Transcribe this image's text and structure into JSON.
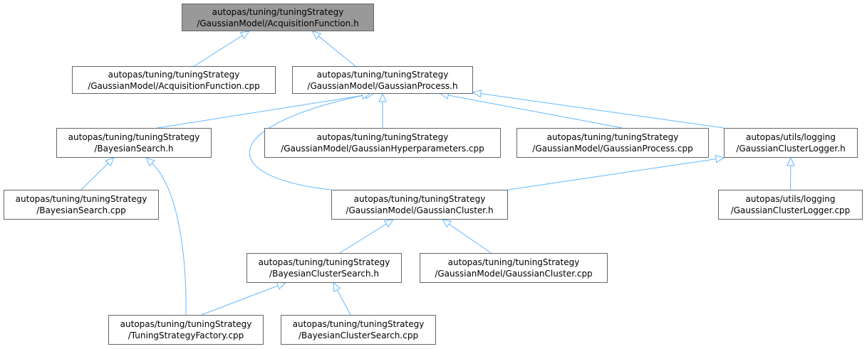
{
  "graph": {
    "edge_color": "#63b8ff",
    "root_fill": "#999999",
    "node_fill": "#ffffff",
    "node_border": "#666666",
    "nodes": {
      "acq_h": {
        "line1": "autopas/tuning/tuningStrategy",
        "line2": "/GaussianModel/AcquisitionFunction.h"
      },
      "acq_cpp": {
        "line1": "autopas/tuning/tuningStrategy",
        "line2": "/GaussianModel/AcquisitionFunction.cpp"
      },
      "gp_h": {
        "line1": "autopas/tuning/tuningStrategy",
        "line2": "/GaussianModel/GaussianProcess.h"
      },
      "bs_h": {
        "line1": "autopas/tuning/tuningStrategy",
        "line2": "/BayesianSearch.h"
      },
      "ghp_cpp": {
        "line1": "autopas/tuning/tuningStrategy",
        "line2": "/GaussianModel/GaussianHyperparameters.cpp"
      },
      "gp_cpp": {
        "line1": "autopas/tuning/tuningStrategy",
        "line2": "/GaussianModel/GaussianProcess.cpp"
      },
      "gcl_h": {
        "line1": "autopas/utils/logging",
        "line2": "/GaussianClusterLogger.h"
      },
      "bs_cpp": {
        "line1": "autopas/tuning/tuningStrategy",
        "line2": "/BayesianSearch.cpp"
      },
      "gc_h": {
        "line1": "autopas/tuning/tuningStrategy",
        "line2": "/GaussianModel/GaussianCluster.h"
      },
      "gcl_cpp": {
        "line1": "autopas/utils/logging",
        "line2": "/GaussianClusterLogger.cpp"
      },
      "bcs_h": {
        "line1": "autopas/tuning/tuningStrategy",
        "line2": "/BayesianClusterSearch.h"
      },
      "gc_cpp": {
        "line1": "autopas/tuning/tuningStrategy",
        "line2": "/GaussianModel/GaussianCluster.cpp"
      },
      "tsf_cpp": {
        "line1": "autopas/tuning/tuningStrategy",
        "line2": "/TuningStrategyFactory.cpp"
      },
      "bcs_cpp": {
        "line1": "autopas/tuning/tuningStrategy",
        "line2": "/BayesianClusterSearch.cpp"
      }
    },
    "edges": [
      {
        "from": "acq_h",
        "to": "acq_cpp"
      },
      {
        "from": "acq_h",
        "to": "gp_h"
      },
      {
        "from": "gp_h",
        "to": "bs_h"
      },
      {
        "from": "gp_h",
        "to": "ghp_cpp"
      },
      {
        "from": "gp_h",
        "to": "gp_cpp"
      },
      {
        "from": "gp_h",
        "to": "gcl_h"
      },
      {
        "from": "gp_h",
        "to": "gc_h"
      },
      {
        "from": "bs_h",
        "to": "bs_cpp"
      },
      {
        "from": "bs_h",
        "to": "tsf_cpp"
      },
      {
        "from": "gcl_h",
        "to": "gc_h"
      },
      {
        "from": "gcl_h",
        "to": "gcl_cpp"
      },
      {
        "from": "gc_h",
        "to": "bcs_h"
      },
      {
        "from": "gc_h",
        "to": "gc_cpp"
      },
      {
        "from": "bcs_h",
        "to": "tsf_cpp"
      },
      {
        "from": "bcs_h",
        "to": "bcs_cpp"
      }
    ]
  }
}
